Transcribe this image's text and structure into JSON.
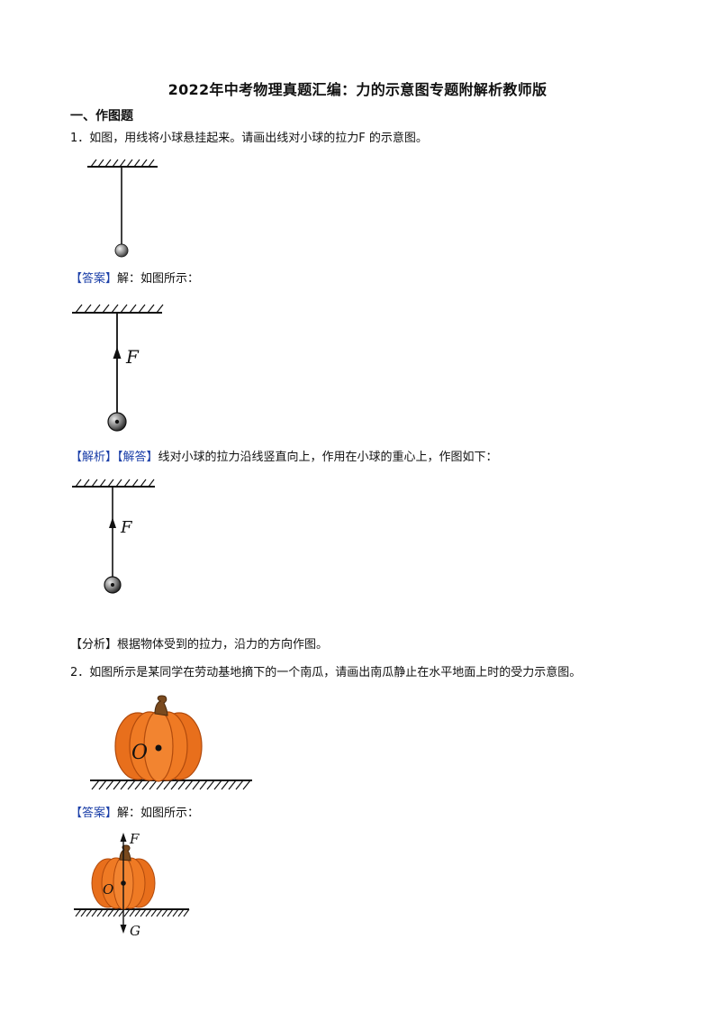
{
  "doc": {
    "title": "2022年中考物理真题汇编：力的示意图专题附解析教师版",
    "section": "一、作图题"
  },
  "q1": {
    "question": "1．如图，用线将小球悬挂起来。请画出线对小球的拉力F 的示意图。",
    "answer_tag": "【答案】",
    "answer_text": "解：如图所示：",
    "jiexi_tag": "【解析】【解答】",
    "jiexi_text": "线对小球的拉力沿线竖直向上，作用在小球的重心上，作图如下：",
    "fenxi_tag": "【分析】",
    "fenxi_text": "根据物体受到的拉力，沿力的方向作图。",
    "force_label": "F"
  },
  "q2": {
    "question": "2．如图所示是某同学在劳动基地摘下的一个南瓜，请画出南瓜静止在水平地面上时的受力示意图。",
    "answer_tag": "【答案】",
    "answer_text": "解：如图所示：",
    "center_label": "O",
    "up_force_label": "F",
    "down_force_label": "G",
    "pumpkin_color": "#e86f1c",
    "stem_color": "#7a4a1e"
  }
}
